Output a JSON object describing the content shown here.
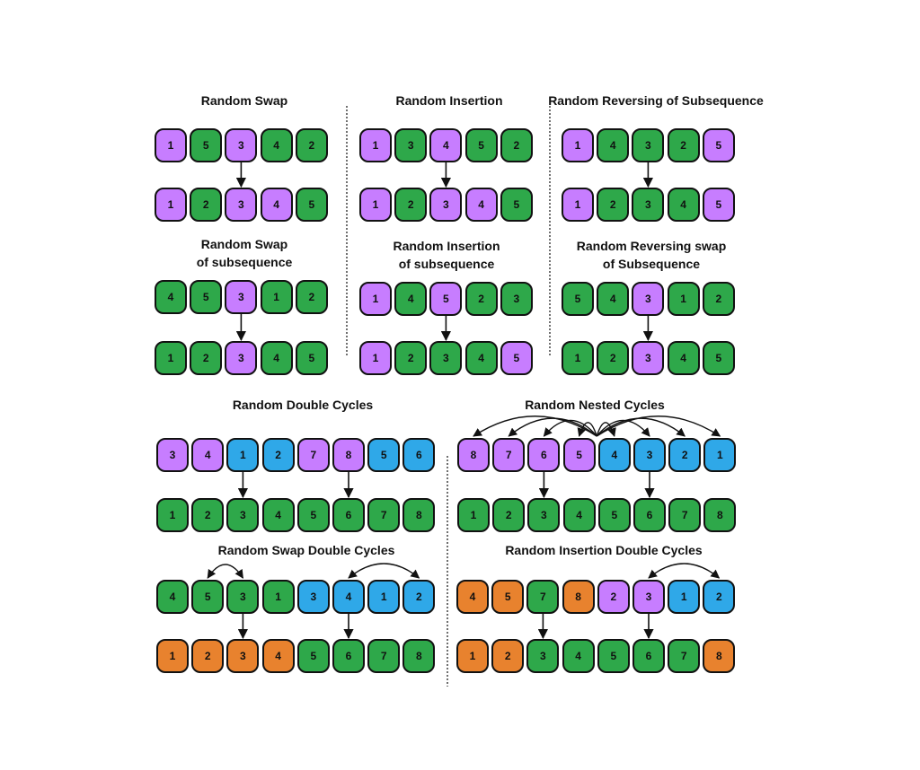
{
  "colors": {
    "P": "#c77dff",
    "G": "#2ea84a",
    "B": "#2fa8e8",
    "O": "#e8822e",
    "stroke": "#111111"
  },
  "panels": [
    {
      "id": "random-swap",
      "title": [
        "Random Swap"
      ],
      "top": [
        [
          "1",
          "P"
        ],
        [
          "5",
          "G"
        ],
        [
          "3",
          "P"
        ],
        [
          "4",
          "G"
        ],
        [
          "2",
          "G"
        ]
      ],
      "bottom": [
        [
          "1",
          "P"
        ],
        [
          "2",
          "G"
        ],
        [
          "3",
          "P"
        ],
        [
          "4",
          "P"
        ],
        [
          "5",
          "G"
        ]
      ]
    },
    {
      "id": "random-insertion",
      "title": [
        "Random Insertion"
      ],
      "top": [
        [
          "1",
          "P"
        ],
        [
          "3",
          "G"
        ],
        [
          "4",
          "P"
        ],
        [
          "5",
          "G"
        ],
        [
          "2",
          "G"
        ]
      ],
      "bottom": [
        [
          "1",
          "P"
        ],
        [
          "2",
          "G"
        ],
        [
          "3",
          "P"
        ],
        [
          "4",
          "P"
        ],
        [
          "5",
          "G"
        ]
      ]
    },
    {
      "id": "random-reversing-of-subsequence",
      "title": [
        "Random Reversing of Subsequence"
      ],
      "top": [
        [
          "1",
          "P"
        ],
        [
          "4",
          "G"
        ],
        [
          "3",
          "G"
        ],
        [
          "2",
          "G"
        ],
        [
          "5",
          "P"
        ]
      ],
      "bottom": [
        [
          "1",
          "P"
        ],
        [
          "2",
          "G"
        ],
        [
          "3",
          "G"
        ],
        [
          "4",
          "G"
        ],
        [
          "5",
          "P"
        ]
      ]
    },
    {
      "id": "random-swap-of-subsequence",
      "title": [
        "Random Swap",
        "of subsequence"
      ],
      "top": [
        [
          "4",
          "G"
        ],
        [
          "5",
          "G"
        ],
        [
          "3",
          "P"
        ],
        [
          "1",
          "G"
        ],
        [
          "2",
          "G"
        ]
      ],
      "bottom": [
        [
          "1",
          "G"
        ],
        [
          "2",
          "G"
        ],
        [
          "3",
          "P"
        ],
        [
          "4",
          "G"
        ],
        [
          "5",
          "G"
        ]
      ]
    },
    {
      "id": "random-insertion-of-subsequence",
      "title": [
        "Random Insertion",
        "of subsequence"
      ],
      "top": [
        [
          "1",
          "P"
        ],
        [
          "4",
          "G"
        ],
        [
          "5",
          "P"
        ],
        [
          "2",
          "G"
        ],
        [
          "3",
          "G"
        ]
      ],
      "bottom": [
        [
          "1",
          "P"
        ],
        [
          "2",
          "G"
        ],
        [
          "3",
          "G"
        ],
        [
          "4",
          "G"
        ],
        [
          "5",
          "P"
        ]
      ]
    },
    {
      "id": "random-reversing-swap-of-subsequence",
      "title": [
        "Random Reversing swap",
        "of Subsequence"
      ],
      "top": [
        [
          "5",
          "G"
        ],
        [
          "4",
          "G"
        ],
        [
          "3",
          "P"
        ],
        [
          "1",
          "G"
        ],
        [
          "2",
          "G"
        ]
      ],
      "bottom": [
        [
          "1",
          "G"
        ],
        [
          "2",
          "G"
        ],
        [
          "3",
          "P"
        ],
        [
          "4",
          "G"
        ],
        [
          "5",
          "G"
        ]
      ]
    },
    {
      "id": "random-double-cycles",
      "title": [
        "Random Double Cycles"
      ],
      "top": [
        [
          "3",
          "P"
        ],
        [
          "4",
          "P"
        ],
        [
          "1",
          "B"
        ],
        [
          "2",
          "B"
        ],
        [
          "7",
          "P"
        ],
        [
          "8",
          "P"
        ],
        [
          "5",
          "B"
        ],
        [
          "6",
          "B"
        ]
      ],
      "bottom": [
        [
          "1",
          "G"
        ],
        [
          "2",
          "G"
        ],
        [
          "3",
          "G"
        ],
        [
          "4",
          "G"
        ],
        [
          "5",
          "G"
        ],
        [
          "6",
          "G"
        ],
        [
          "7",
          "G"
        ],
        [
          "8",
          "G"
        ]
      ]
    },
    {
      "id": "random-nested-cycles",
      "title": [
        "Random Nested Cycles"
      ],
      "top": [
        [
          "8",
          "P"
        ],
        [
          "7",
          "P"
        ],
        [
          "6",
          "P"
        ],
        [
          "5",
          "P"
        ],
        [
          "4",
          "B"
        ],
        [
          "3",
          "B"
        ],
        [
          "2",
          "B"
        ],
        [
          "1",
          "B"
        ]
      ],
      "bottom": [
        [
          "1",
          "G"
        ],
        [
          "2",
          "G"
        ],
        [
          "3",
          "G"
        ],
        [
          "4",
          "G"
        ],
        [
          "5",
          "G"
        ],
        [
          "6",
          "G"
        ],
        [
          "7",
          "G"
        ],
        [
          "8",
          "G"
        ]
      ]
    },
    {
      "id": "random-swap-double-cycles",
      "title": [
        "Random Swap Double Cycles"
      ],
      "top": [
        [
          "4",
          "G"
        ],
        [
          "5",
          "G"
        ],
        [
          "3",
          "G"
        ],
        [
          "1",
          "G"
        ],
        [
          "3",
          "B"
        ],
        [
          "4",
          "B"
        ],
        [
          "1",
          "B"
        ],
        [
          "2",
          "B"
        ]
      ],
      "bottom": [
        [
          "1",
          "O"
        ],
        [
          "2",
          "O"
        ],
        [
          "3",
          "O"
        ],
        [
          "4",
          "O"
        ],
        [
          "5",
          "G"
        ],
        [
          "6",
          "G"
        ],
        [
          "7",
          "G"
        ],
        [
          "8",
          "G"
        ]
      ]
    },
    {
      "id": "random-insertion-double-cycles",
      "title": [
        "Random Insertion Double Cycles"
      ],
      "top": [
        [
          "4",
          "O"
        ],
        [
          "5",
          "O"
        ],
        [
          "7",
          "G"
        ],
        [
          "8",
          "O"
        ],
        [
          "2",
          "P"
        ],
        [
          "3",
          "P"
        ],
        [
          "1",
          "B"
        ],
        [
          "2",
          "B"
        ]
      ],
      "bottom": [
        [
          "1",
          "O"
        ],
        [
          "2",
          "O"
        ],
        [
          "3",
          "G"
        ],
        [
          "4",
          "G"
        ],
        [
          "5",
          "G"
        ],
        [
          "6",
          "G"
        ],
        [
          "7",
          "G"
        ],
        [
          "8",
          "O"
        ]
      ]
    }
  ]
}
